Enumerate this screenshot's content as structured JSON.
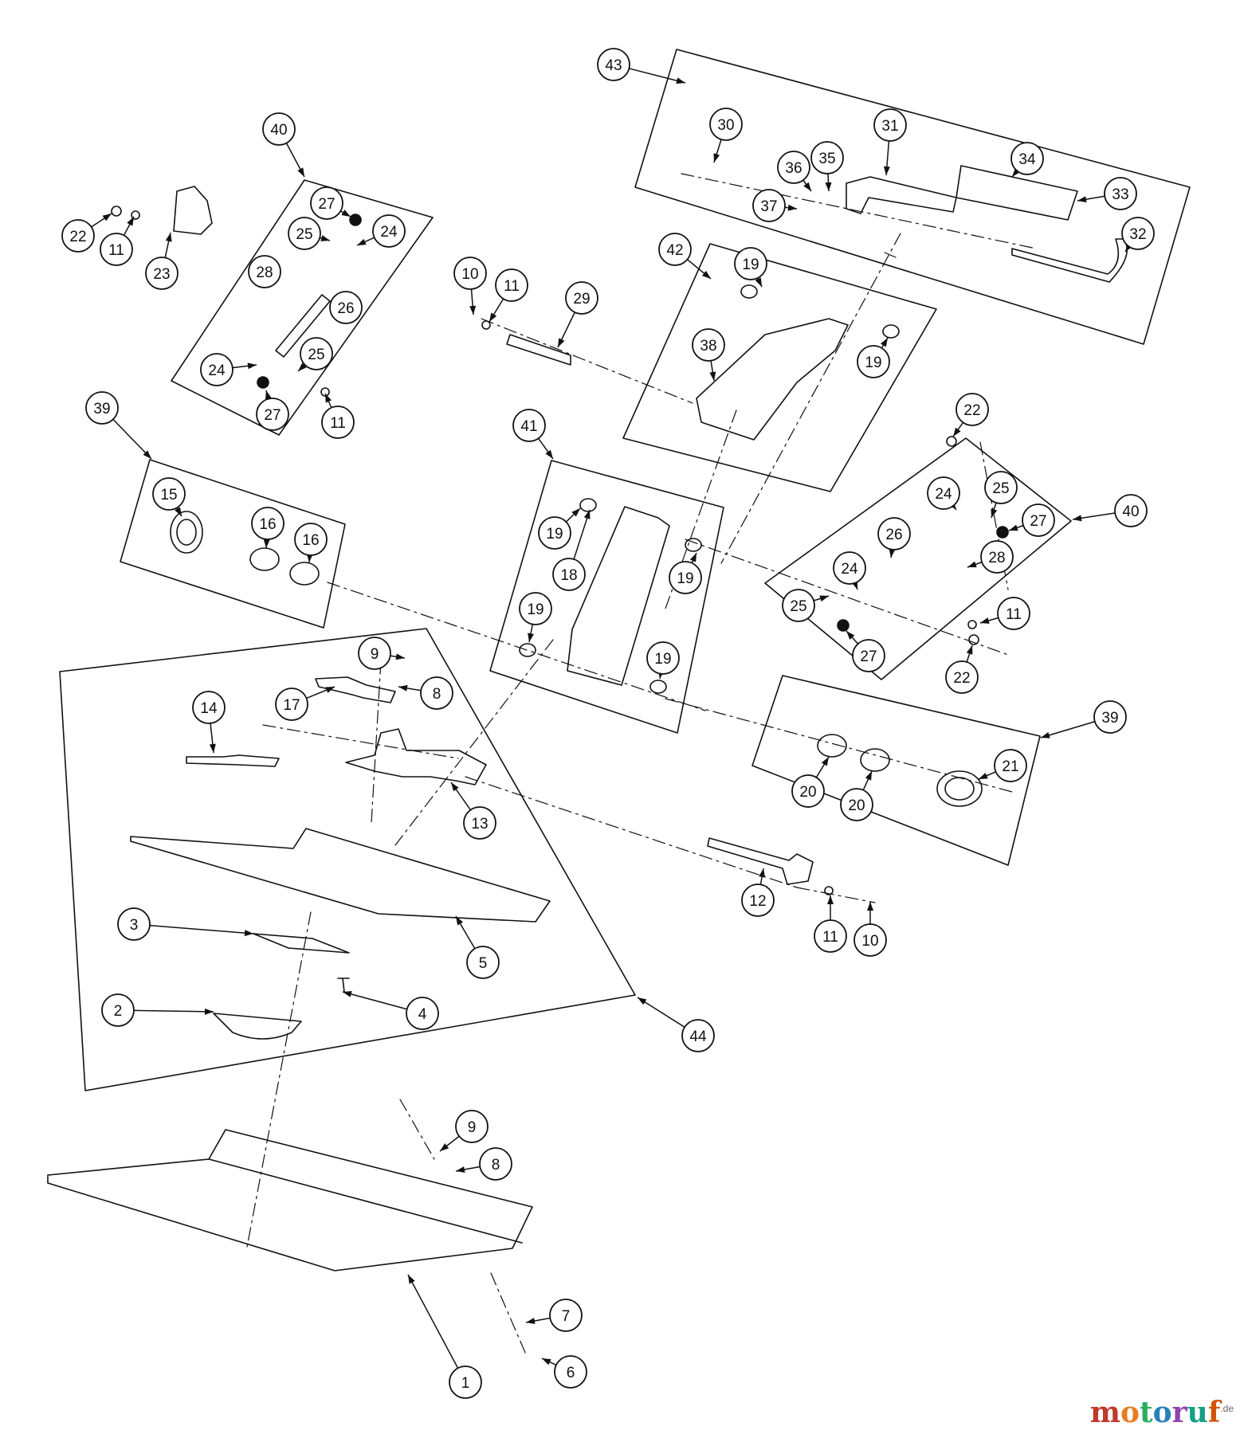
{
  "diagram": {
    "callouts": [
      {
        "id": "c1",
        "label": "1"
      },
      {
        "id": "c2",
        "label": "2"
      },
      {
        "id": "c3",
        "label": "3"
      },
      {
        "id": "c4",
        "label": "4"
      },
      {
        "id": "c5",
        "label": "5"
      },
      {
        "id": "c6",
        "label": "6"
      },
      {
        "id": "c7",
        "label": "7"
      },
      {
        "id": "c8a",
        "label": "8"
      },
      {
        "id": "c8b",
        "label": "8"
      },
      {
        "id": "c9a",
        "label": "9"
      },
      {
        "id": "c9b",
        "label": "9"
      },
      {
        "id": "c10a",
        "label": "10"
      },
      {
        "id": "c10b",
        "label": "10"
      },
      {
        "id": "c11a",
        "label": "11"
      },
      {
        "id": "c11b",
        "label": "11"
      },
      {
        "id": "c11c",
        "label": "11"
      },
      {
        "id": "c11d",
        "label": "11"
      },
      {
        "id": "c11e",
        "label": "11"
      },
      {
        "id": "c12",
        "label": "12"
      },
      {
        "id": "c13",
        "label": "13"
      },
      {
        "id": "c14",
        "label": "14"
      },
      {
        "id": "c15",
        "label": "15"
      },
      {
        "id": "c16a",
        "label": "16"
      },
      {
        "id": "c16b",
        "label": "16"
      },
      {
        "id": "c17",
        "label": "17"
      },
      {
        "id": "c18",
        "label": "18"
      },
      {
        "id": "c19a",
        "label": "19"
      },
      {
        "id": "c19b",
        "label": "19"
      },
      {
        "id": "c19c",
        "label": "19"
      },
      {
        "id": "c19d",
        "label": "19"
      },
      {
        "id": "c19e",
        "label": "19"
      },
      {
        "id": "c19f",
        "label": "19"
      },
      {
        "id": "c20a",
        "label": "20"
      },
      {
        "id": "c20b",
        "label": "20"
      },
      {
        "id": "c21",
        "label": "21"
      },
      {
        "id": "c22a",
        "label": "22"
      },
      {
        "id": "c22b",
        "label": "22"
      },
      {
        "id": "c22c",
        "label": "22"
      },
      {
        "id": "c23",
        "label": "23"
      },
      {
        "id": "c24a",
        "label": "24"
      },
      {
        "id": "c24b",
        "label": "24"
      },
      {
        "id": "c24c",
        "label": "24"
      },
      {
        "id": "c24d",
        "label": "24"
      },
      {
        "id": "c25a",
        "label": "25"
      },
      {
        "id": "c25b",
        "label": "25"
      },
      {
        "id": "c25c",
        "label": "25"
      },
      {
        "id": "c25d",
        "label": "25"
      },
      {
        "id": "c26a",
        "label": "26"
      },
      {
        "id": "c26b",
        "label": "26"
      },
      {
        "id": "c27a",
        "label": "27"
      },
      {
        "id": "c27b",
        "label": "27"
      },
      {
        "id": "c27c",
        "label": "27"
      },
      {
        "id": "c27d",
        "label": "27"
      },
      {
        "id": "c28a",
        "label": "28"
      },
      {
        "id": "c28b",
        "label": "28"
      },
      {
        "id": "c29",
        "label": "29"
      },
      {
        "id": "c30",
        "label": "30"
      },
      {
        "id": "c31",
        "label": "31"
      },
      {
        "id": "c32",
        "label": "32"
      },
      {
        "id": "c33",
        "label": "33"
      },
      {
        "id": "c34",
        "label": "34"
      },
      {
        "id": "c35",
        "label": "35"
      },
      {
        "id": "c36",
        "label": "36"
      },
      {
        "id": "c37",
        "label": "37"
      },
      {
        "id": "c38",
        "label": "38"
      },
      {
        "id": "c39a",
        "label": "39"
      },
      {
        "id": "c39b",
        "label": "39"
      },
      {
        "id": "c40a",
        "label": "40"
      },
      {
        "id": "c40b",
        "label": "40"
      },
      {
        "id": "c41",
        "label": "41"
      },
      {
        "id": "c42",
        "label": "42"
      },
      {
        "id": "c43",
        "label": "43"
      },
      {
        "id": "c44",
        "label": "44"
      }
    ]
  },
  "watermark": {
    "brand": "motoruf",
    "tld": ".de",
    "colors": [
      "#c0392b",
      "#e67e22",
      "#27ae60",
      "#2980b9",
      "#8e44ad",
      "#16a085",
      "#d35400"
    ]
  }
}
